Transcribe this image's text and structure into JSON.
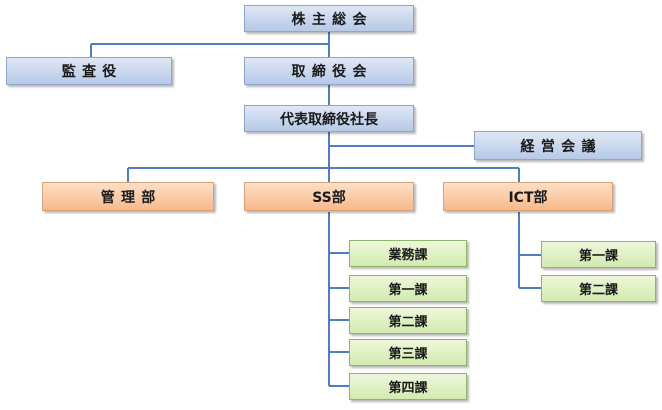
{
  "boards": {
    "shareholders": "株主総会",
    "auditor": "監査役",
    "board_of_directors": "取締役会",
    "representative_director": "代表取締役社長",
    "management_meeting": "経営会議"
  },
  "departments": {
    "admin": "管理部",
    "ss": "SS部",
    "ict": "ICT部"
  },
  "ss_sections": [
    "業務課",
    "第一課",
    "第二課",
    "第三課",
    "第四課"
  ],
  "ict_sections": [
    "第一課",
    "第二課"
  ],
  "colors": {
    "executive_fill": "#c6d6ee",
    "department_fill": "#fbc9a2",
    "section_fill": "#e0f0c4",
    "connector": "#4f7ec0"
  }
}
